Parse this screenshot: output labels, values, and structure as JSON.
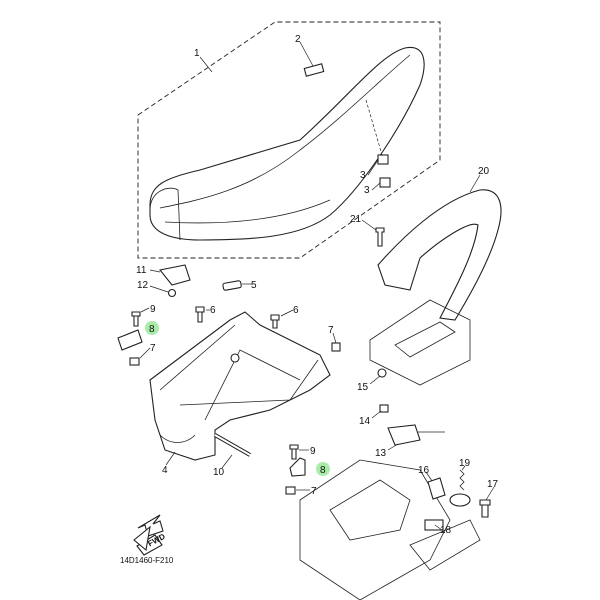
{
  "diagram_code": "14D1460-F210",
  "fwd_label": "FWD",
  "highlight_color": "#9be89b",
  "callouts": {
    "seat_assy": "1",
    "seat_cover": "2",
    "bracket_3a": "3",
    "bracket_3b": "3",
    "storage_box": "4",
    "damper": "5",
    "bolt_6a": "6",
    "bolt_6b": "6",
    "nut_7a": "7",
    "nut_7b": "7",
    "nut_7c": "7",
    "holder_8a": "8",
    "holder_8b": "8",
    "screw_9a": "9",
    "screw_9b": "9",
    "rod_10": "10",
    "hinge_11": "11",
    "nut_12": "12",
    "lock_13": "13",
    "clip_14": "14",
    "nut_15": "15",
    "cable_16": "16",
    "bolt_17": "17",
    "bracket_18": "18",
    "spring_19": "19",
    "grab_bar_20": "20",
    "bolt_21": "21"
  }
}
